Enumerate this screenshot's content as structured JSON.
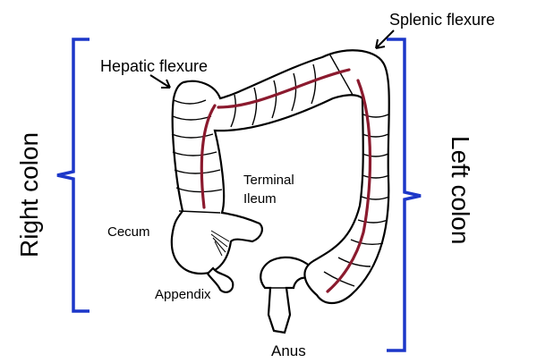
{
  "labels": {
    "splenic_flexure": "Splenic flexure",
    "hepatic_flexure": "Hepatic flexure",
    "right_colon": "Right colon",
    "left_colon": "Left colon",
    "terminal_ileum_line1": "Terminal",
    "terminal_ileum_line2": "Ileum",
    "cecum": "Cecum",
    "appendix": "Appendix",
    "anus": "Anus"
  },
  "colors": {
    "brace": "#1c37c9",
    "taenia": "#8b1a2e",
    "outline": "#000000"
  }
}
